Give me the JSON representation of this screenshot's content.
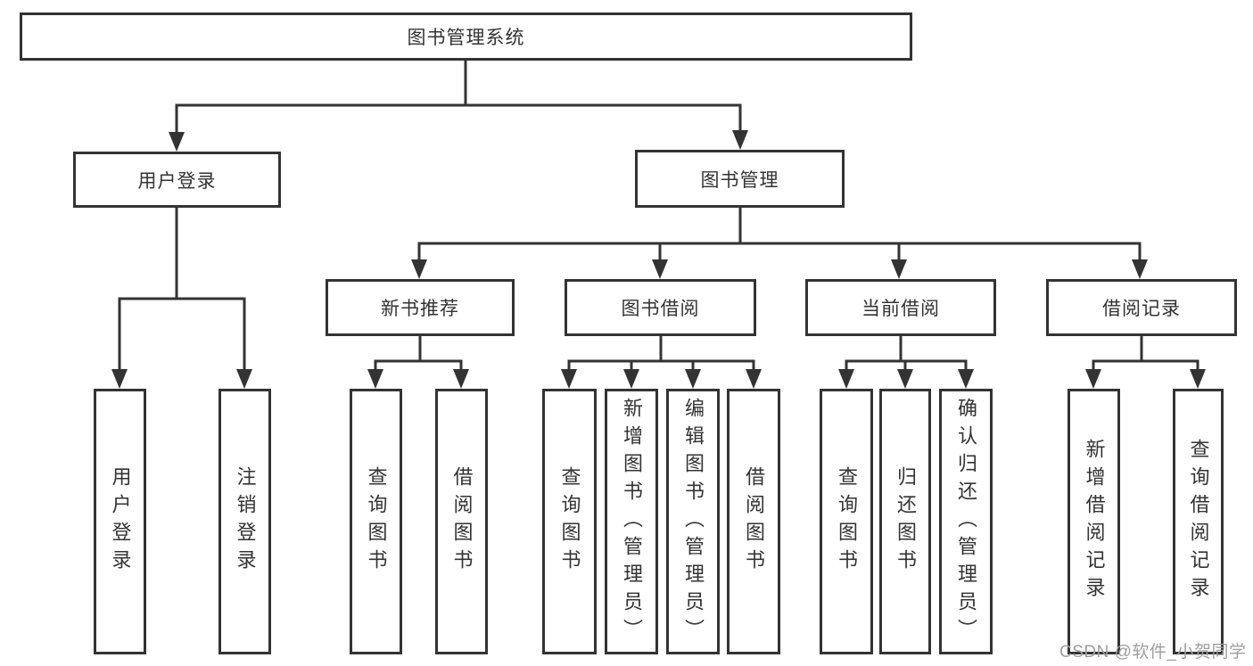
{
  "diagram_type": "hierarchy-tree",
  "colors": {
    "line": "#333333",
    "node_border": "#333333",
    "node_text": "#333333",
    "background": "#ffffff",
    "watermark_text_color": "#9e9e9e"
  },
  "tree": {
    "root": "图书管理系统",
    "branches": [
      {
        "label": "用户登录",
        "children": [
          "用户登录",
          "注销登录"
        ]
      },
      {
        "label": "图书管理",
        "children": [
          {
            "label": "新书推荐",
            "children": [
              "查询图书",
              "借阅图书"
            ]
          },
          {
            "label": "图书借阅",
            "children": [
              "查询图书",
              "新增图书（管理员）",
              "编辑图书（管理员）",
              "借阅图书"
            ]
          },
          {
            "label": "当前借阅",
            "children": [
              "查询图书",
              "归还图书",
              "确认归还（管理员）"
            ]
          },
          {
            "label": "借阅记录",
            "children": [
              "新增借阅记录",
              "查询借阅记录"
            ]
          }
        ]
      }
    ]
  },
  "watermark": "CSDN @软件_小贺同学"
}
